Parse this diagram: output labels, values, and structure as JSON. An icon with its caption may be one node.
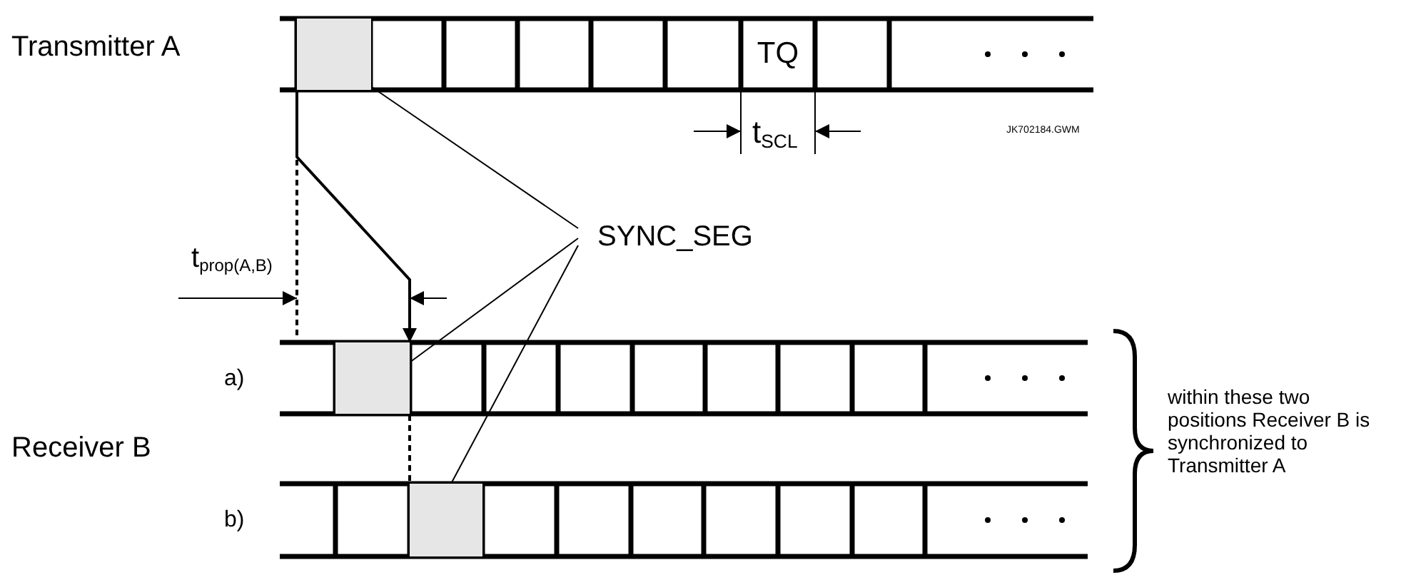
{
  "diagram": {
    "nodes": [
      {
        "text": [],
        "shape": "box"
      },
      {
        "text": [
          "TQ"
        ]
      },
      {
        "text": [
          "SYNC_SEG"
        ]
      },
      {
        "text": [],
        "shape": "box"
      },
      {
        "text": [],
        "shape": "box"
      }
    ],
    "edges": [
      {
        "from": 0,
        "to": 3,
        "arrow": "to"
      },
      {
        "from": 2,
        "to": 0,
        "arrow": "none"
      },
      {
        "from": 2,
        "to": 3,
        "arrow": "none"
      },
      {
        "from": 2,
        "to": 4,
        "arrow": "none"
      },
      {
        "from": 3,
        "to": 4,
        "arrow": "none",
        "style": "dashed"
      }
    ],
    "labels": [
      "Transmitter A",
      "t$_{SCL}$",
      "JK702184.GWM",
      "t$_{prop(A,B)}$",
      "a)",
      "Receiver B",
      "b)",
      "within these two positions Receiver B is synchronized to Transmitter A"
    ]
  }
}
